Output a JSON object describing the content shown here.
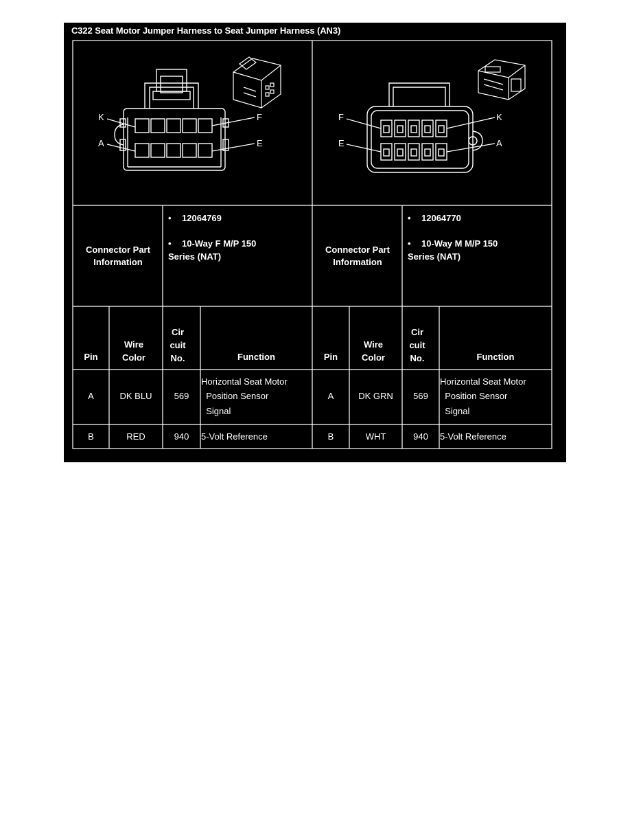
{
  "title": "C322 Seat Motor Jumper Harness to Seat Jumper Harness (AN3)",
  "left_connector": {
    "pin_labels": {
      "top_left": "K",
      "bottom_left": "A",
      "top_right": "F",
      "bottom_right": "E"
    },
    "info_label": "Connector Part Information",
    "part_number": "12064769",
    "description_line1": "10-Way F M/P 150",
    "description_line2": "Series (NAT)"
  },
  "right_connector": {
    "pin_labels": {
      "top_left": "F",
      "bottom_left": "E",
      "top_right": "K",
      "bottom_right": "A"
    },
    "info_label": "Connector Part Information",
    "part_number": "12064770",
    "description_line1": "10-Way M M/P 150",
    "description_line2": "Series (NAT)"
  },
  "table_headers": {
    "pin": "Pin",
    "wire_color": "Wire Color",
    "circuit_no": "Cir cuit No.",
    "function": "Function"
  },
  "left_rows": [
    {
      "pin": "A",
      "wire_color": "DK BLU",
      "circuit": "569",
      "function_lines": [
        "Horizontal Seat Motor",
        "  Position Sensor",
        "  Signal"
      ]
    },
    {
      "pin": "B",
      "wire_color": "RED",
      "circuit": "940",
      "function_lines": [
        "5-Volt Reference"
      ]
    }
  ],
  "right_rows": [
    {
      "pin": "A",
      "wire_color": "DK GRN",
      "circuit": "569",
      "function_lines": [
        "Horizontal Seat Motor",
        "  Position Sensor",
        "  Signal"
      ]
    },
    {
      "pin": "B",
      "wire_color": "WHT",
      "circuit": "940",
      "function_lines": [
        "5-Volt Reference"
      ]
    }
  ]
}
